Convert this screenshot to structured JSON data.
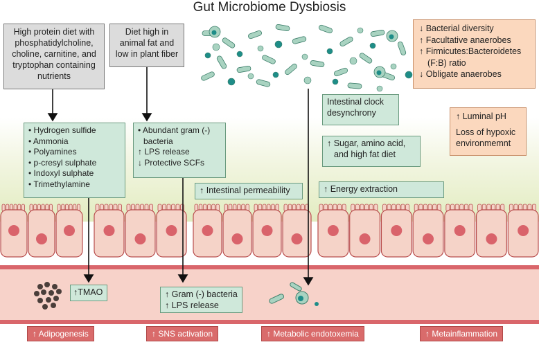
{
  "title": "Gut Microbiome Dysbiosis",
  "diet_boxes": [
    "High protein diet with phosphatidylcholine, choline, carnitine, and tryptophan containing nutrients",
    "Diet high in animal fat and low in plant fiber"
  ],
  "dysbiosis_box": [
    "↓ Bacterial diversity",
    "↑ Facultative anaerobes",
    "↑ Firmicutes:Bacteroidetes",
    "(F:B) ratio",
    "↓ Obligate anaerobes"
  ],
  "luminal_box": [
    "↑ Luminal pH",
    "Loss of hypoxic",
    "environmemnt"
  ],
  "metabolites_box": [
    "• Hydrogen sulfide",
    "• Ammonia",
    "• Polyamines",
    "• p-cresyl sulphate",
    "• Indoxyl sulphate",
    "• Trimethylamine"
  ],
  "lps_box": [
    "• Abundant gram (-)",
    "bacteria",
    "↑ LPS release",
    "↓ Protective SCFs"
  ],
  "clock_box": [
    "Intestinal clock",
    "desynchrony"
  ],
  "diet_sugar_box": [
    "↑ Sugar, amino acid,",
    "and high fat diet"
  ],
  "permeability_box": "↑ Intestinal permeability",
  "energy_box": "↑ Energy extraction",
  "tmao_box": "↑TMAO",
  "gram_box": [
    "↑ Gram (-) bacteria",
    "↑ LPS release"
  ],
  "outcomes": [
    "↑ Adipogenesis",
    "↑ SNS activation",
    "↑ Metabolic endotoxemia",
    "↑ Metainflammation"
  ],
  "colors": {
    "cell": "#f5d3c8",
    "nucleus": "#d9636b",
    "vessel": "#f6c6bd",
    "vessel_edge": "#d9666b",
    "bacteria": "#a9d3c1",
    "bacteria_dark": "#1e8d88"
  }
}
